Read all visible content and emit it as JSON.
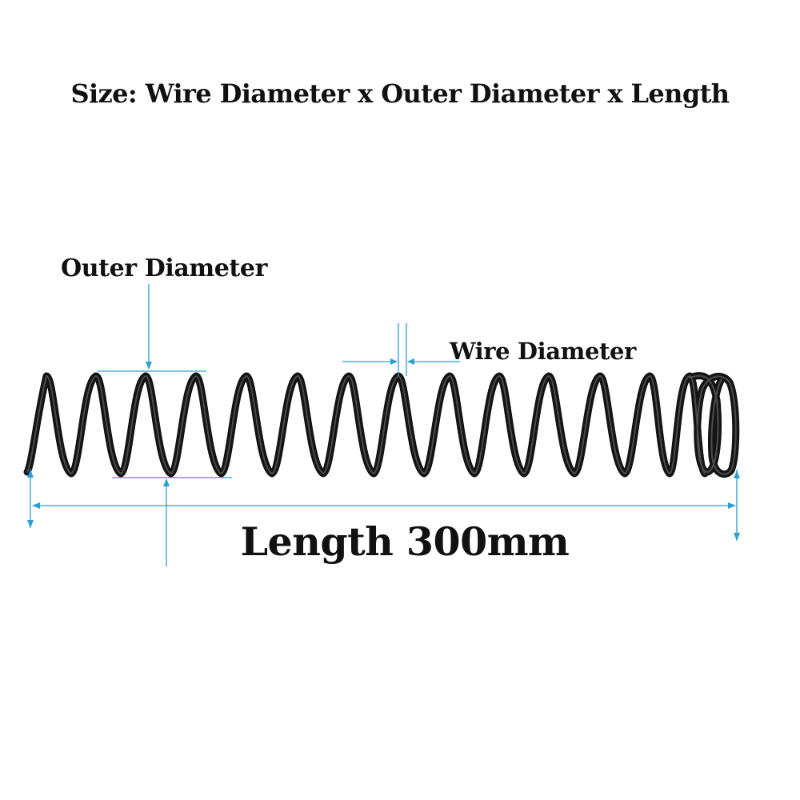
{
  "heading": "Size: Wire Diameter x Outer Diameter x Length",
  "labels": {
    "outer_diameter": "Outer Diameter",
    "wire_diameter": "Wire Diameter",
    "length": "Length 300mm"
  },
  "colors": {
    "background": "#ffffff",
    "text": "#111111",
    "spring": "#141414",
    "dimension_lines": "#2a9fd0"
  }
}
